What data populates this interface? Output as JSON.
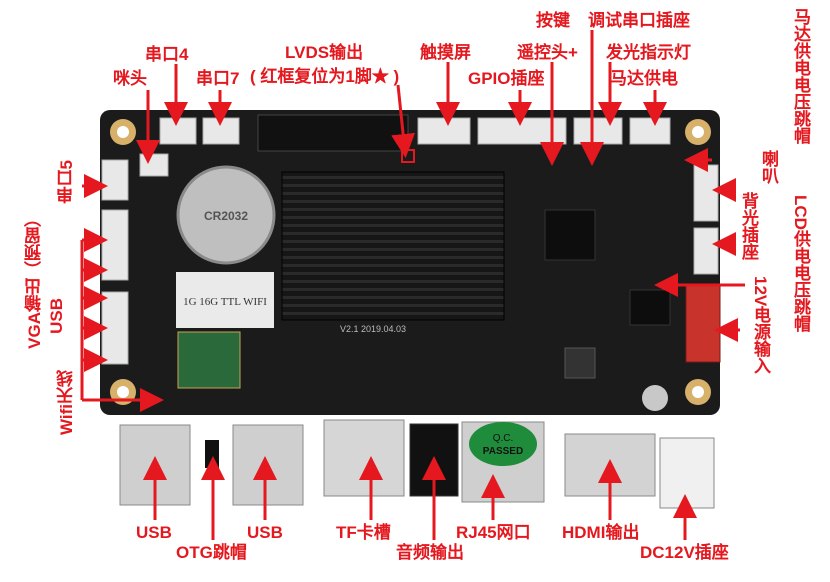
{
  "colors": {
    "label": "#e4181e",
    "board": "#1a1a1a",
    "connector": "#e8e8e8",
    "header_red": "#c8342c",
    "qc_sticker": "#1e8c3a"
  },
  "labels": {
    "mic": "咪头",
    "uart4": "串口4",
    "uart7": "串口7",
    "lvds": "LVDS输出",
    "lvds_note": "( 红框复位为1脚★ )",
    "touch": "触摸屏",
    "gpio": "GPIO插座",
    "ir": "遥控头+",
    "button": "按键",
    "debug_uart": "调试串口插座",
    "led": "发光指示灯",
    "motor": "马达供电",
    "motor_jumper": "马达供电电压跳帽",
    "speaker": "喇叭",
    "lcd_jumper": "LCD供电电压跳帽",
    "backlight": "背光插座",
    "power_in": "12V电源输入",
    "uart5": "串口5",
    "vga": "VGA输出（预留）",
    "usb_side": "USB",
    "wifi": "Wifi天线",
    "usb1": "USB",
    "otg": "OTG跳帽",
    "usb2": "USB",
    "tf": "TF卡槽",
    "audio": "音频输出",
    "rj45": "RJ45网口",
    "hdmi": "HDMI输出",
    "dc12v": "DC12V插座"
  },
  "board_text": {
    "battery": "CR2032",
    "module": "1G 16G TTL WIFI",
    "version": "V2.1 2019.04.03",
    "qc_line1": "Q.C.",
    "qc_line2": "PASSED"
  }
}
